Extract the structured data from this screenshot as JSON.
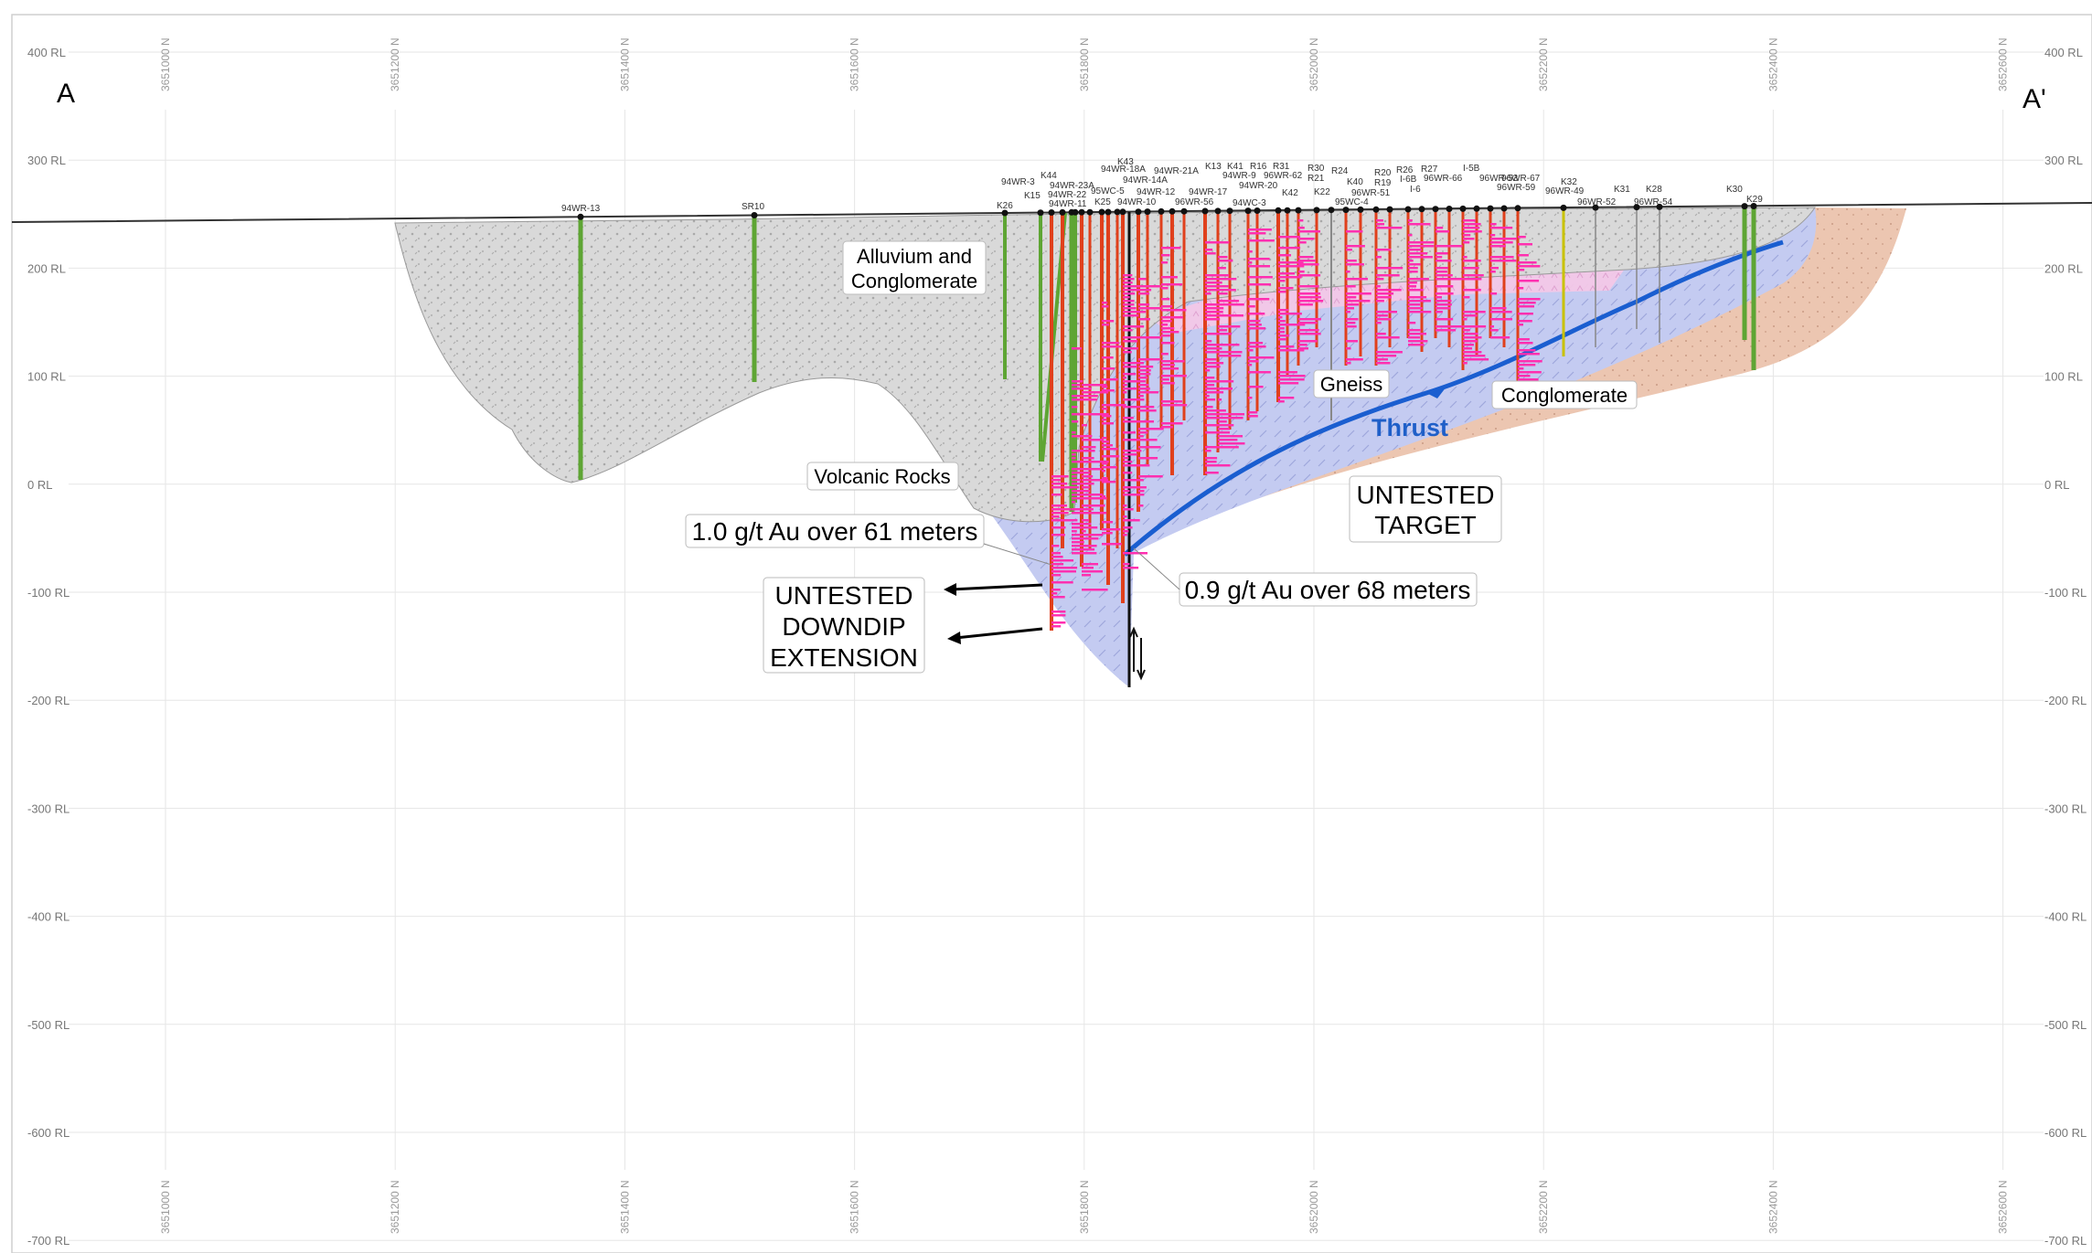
{
  "section": {
    "start_label": "A",
    "end_label": "A'"
  },
  "elevation_axis": {
    "labels": [
      "400 RL",
      "300 RL",
      "200 RL",
      "100 RL",
      "0 RL",
      "-100 RL",
      "-200 RL",
      "-300 RL",
      "-400 RL",
      "-500 RL",
      "-600 RL",
      "-700 RL"
    ]
  },
  "northing_axis": {
    "labels": [
      "3651000 N",
      "3651200 N",
      "3651400 N",
      "3651600 N",
      "3651800 N",
      "3652000 N",
      "3652200 N",
      "3652400 N",
      "3652600 N"
    ]
  },
  "annotations": {
    "alluvium": [
      "Alluvium and",
      "Conglomerate"
    ],
    "volcanic": "Volcanic Rocks",
    "gneiss": "Gneiss",
    "conglomerate": "Conglomerate",
    "thrust": "Thrust",
    "untested_target": [
      "UNTESTED",
      "TARGET"
    ],
    "intercept_1": "1.0 g/t Au over 61 meters",
    "intercept_2": "0.9 g/t Au over 68 meters",
    "downdip": [
      "UNTESTED",
      "DOWNDIP",
      "EXTENSION"
    ]
  },
  "colors": {
    "alluvium": "#d6d6d6",
    "volcanic": "#f2c6e6",
    "gneiss": "#c7cdf1",
    "conglomerate": "#edc7b2",
    "thrust": "#1a5ed0",
    "collar_green": "#5ea534",
    "collar_red": "#e0401c",
    "assay_magenta": "#ff2fb0"
  },
  "drillholes": {
    "labels": [
      "94WR-13",
      "SR10",
      "K26",
      "94WR-3",
      "K44",
      "K15",
      "94WR-23A",
      "94WR-22",
      "94WR-11",
      "K43",
      "94WR-18A",
      "94WR-14A",
      "95WC-5",
      "K25",
      "94WR-10",
      "94WR-21A",
      "94WR-12",
      "94WR-17",
      "96WR-56",
      "K13",
      "K41",
      "R16",
      "R31",
      "94WR-9",
      "96WR-62",
      "94WR-20",
      "K42",
      "94WC-3",
      "R30",
      "R21",
      "R24",
      "K22",
      "K40",
      "96WR-51",
      "95WC-4",
      "R20",
      "R19",
      "R26",
      "I-6B",
      "R27",
      "I-6",
      "96WR-66",
      "I-5B",
      "96WR-53",
      "96WR-67",
      "96WR-59",
      "K32",
      "96WR-49",
      "96WR-52",
      "K31",
      "K28",
      "96WR-54",
      "K30",
      "K29"
    ]
  }
}
